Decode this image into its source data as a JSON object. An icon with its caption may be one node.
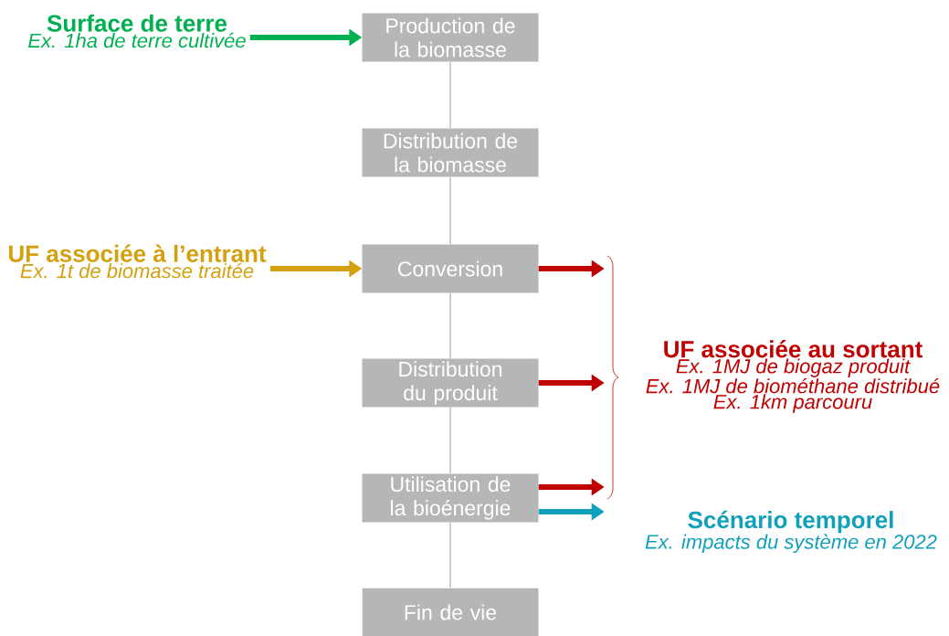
{
  "diagram": {
    "nodes": [
      {
        "text": [
          "Production de la biomasse"
        ]
      },
      {
        "text": [
          "Distribution de la biomasse"
        ]
      },
      {
        "text": [
          "Conversion"
        ]
      },
      {
        "text": [
          "Distribution du produit"
        ]
      },
      {
        "text": [
          "Utilisation de la bioénergie"
        ]
      },
      {
        "text": [
          "Fin de vie"
        ]
      },
      {
        "text": [
          "Surface de terre",
          "Ex. 1ha de terre cultivée"
        ]
      },
      {
        "text": [
          "UF associée à l’entrant",
          "Ex. 1t de biomasse traitée"
        ]
      },
      {
        "text": [
          "UF associée au sortant",
          "Ex. 1MJ de biogaz produit",
          "Ex. 1MJ de biométhane distribué",
          "Ex. 1km parcouru"
        ]
      },
      {
        "text": [
          "Scénario temporel",
          "Ex. impacts du système en 2022"
        ]
      }
    ],
    "edges": [
      {
        "from": 0,
        "to": 1,
        "arrow": "none",
        "color": "#808080"
      },
      {
        "from": 1,
        "to": 2,
        "arrow": "none",
        "color": "#808080"
      },
      {
        "from": 2,
        "to": 3,
        "arrow": "none",
        "color": "#808080"
      },
      {
        "from": 3,
        "to": 4,
        "arrow": "none",
        "color": "#808080"
      },
      {
        "from": 4,
        "to": 5,
        "arrow": "none",
        "color": "#808080"
      },
      {
        "from": 6,
        "to": 0,
        "arrow": "to",
        "color": "#00b050"
      },
      {
        "from": 7,
        "to": 2,
        "arrow": "to",
        "color": "#d4a00e"
      },
      {
        "from": 2,
        "to": null,
        "arrow": "to",
        "color": "#c00000"
      },
      {
        "from": 3,
        "to": null,
        "arrow": "to",
        "color": "#c00000"
      },
      {
        "from": 4,
        "to": null,
        "arrow": "to",
        "color": "#c00000"
      },
      {
        "from": 4,
        "to": null,
        "arrow": "to",
        "color": "#10a0bc"
      }
    ]
  }
}
